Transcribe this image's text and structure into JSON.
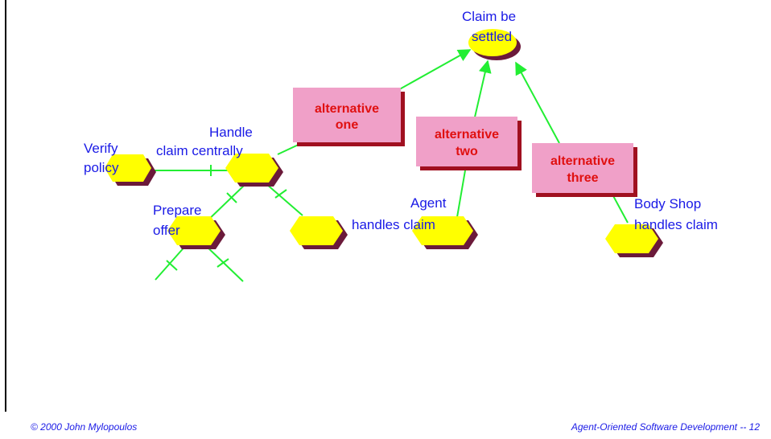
{
  "colors": {
    "goal_fill": "#ffff00",
    "goal_shadow": "#6b1a3a",
    "link": "#22ee33",
    "box_fill": "#f0a0c8",
    "box_shadow": "#a01020",
    "box_text": "#e01010",
    "label_text": "#1a1ae6"
  },
  "labels": {
    "claim_settled": [
      "Claim be",
      "settled"
    ],
    "handle_central": [
      "Handle",
      "claim centrally"
    ],
    "verify_policy": [
      "Verify",
      "policy"
    ],
    "prepare_offer": [
      "Prepare",
      "offer"
    ],
    "agent_handles": [
      "Agent",
      "handles claim"
    ],
    "bodyshop_handles": [
      "Body Shop",
      "handles claim"
    ]
  },
  "alternatives": [
    [
      "alternative",
      "one"
    ],
    [
      "alternative",
      "two"
    ],
    [
      "alternative",
      "three"
    ]
  ],
  "footer": {
    "left": "© 2000  John Mylopoulos",
    "right": "Agent-Oriented Software Development -- 12"
  }
}
